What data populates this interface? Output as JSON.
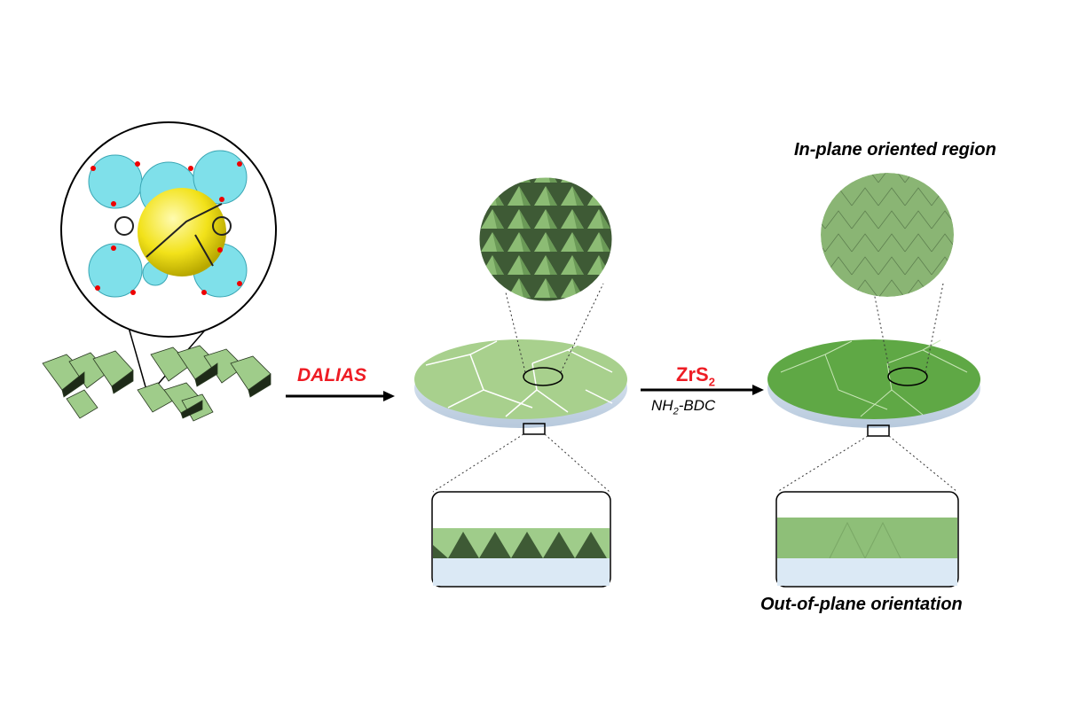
{
  "labels": {
    "step1": "DALIAS",
    "step2_reagent": "ZrS",
    "step2_reagent_sub": "2",
    "step2_linker_pre": "NH",
    "step2_linker_sub": "2",
    "step2_linker_post": "-BDC",
    "in_plane": "In-plane oriented region",
    "out_of_plane": "Out-of-plane orientation"
  },
  "colors": {
    "accent_red": "#ee1c24",
    "film_light": "#a8d08d",
    "film_dark": "#5fa845",
    "crystal": "#9fcc8a",
    "substrate": "#dbe9f5",
    "cluster": "#7fe0ea",
    "pore": "#f2e21a"
  }
}
